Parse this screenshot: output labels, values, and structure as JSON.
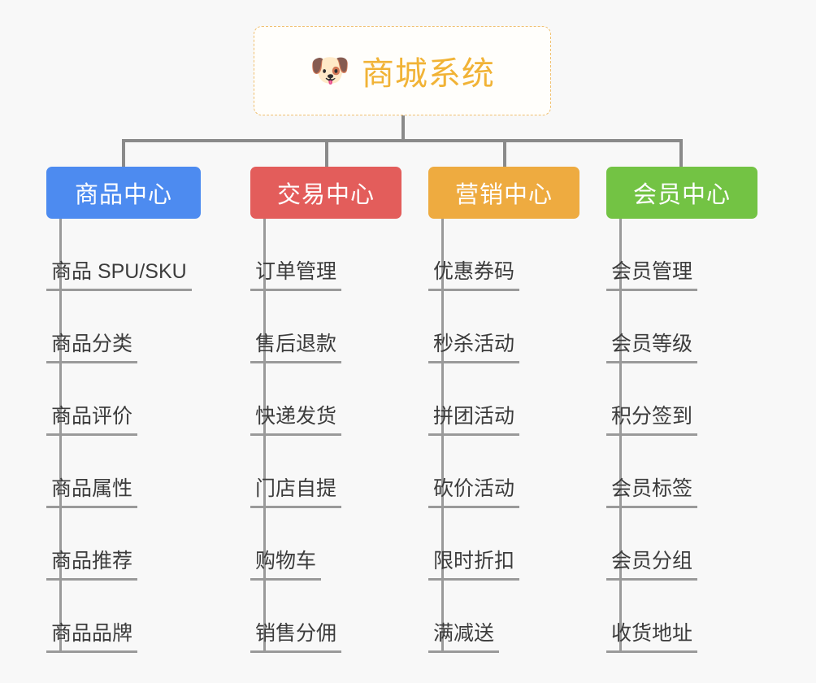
{
  "diagram": {
    "type": "org-chart",
    "background_color": "#f8f8f8",
    "root": {
      "title": "商城系统",
      "icon": "dog-face-emoji",
      "icon_glyph": "🐶",
      "text_color": "#f1b336",
      "border_color": "#f0c070",
      "background_color": "#fffefb"
    },
    "connector_color": "#8a8a8a",
    "columns": [
      {
        "id": "product-center",
        "title": "商品中心",
        "color": "#4d8bf0",
        "spine_color": "#9a9a9a",
        "items": [
          "商品 SPU/SKU",
          "商品分类",
          "商品评价",
          "商品属性",
          "商品推荐",
          "商品品牌"
        ]
      },
      {
        "id": "trade-center",
        "title": "交易中心",
        "color": "#e35d5b",
        "spine_color": "#9a9a9a",
        "items": [
          "订单管理",
          "售后退款",
          "快递发货",
          "门店自提",
          "购物车",
          "销售分佣"
        ]
      },
      {
        "id": "marketing-center",
        "title": "营销中心",
        "color": "#eeab40",
        "spine_color": "#9a9a9a",
        "items": [
          "优惠券码",
          "秒杀活动",
          "拼团活动",
          "砍价活动",
          "限时折扣",
          "满减送"
        ]
      },
      {
        "id": "member-center",
        "title": "会员中心",
        "color": "#73c344",
        "spine_color": "#9a9a9a",
        "items": [
          "会员管理",
          "会员等级",
          "积分签到",
          "会员标签",
          "会员分组",
          "收货地址"
        ]
      }
    ]
  }
}
